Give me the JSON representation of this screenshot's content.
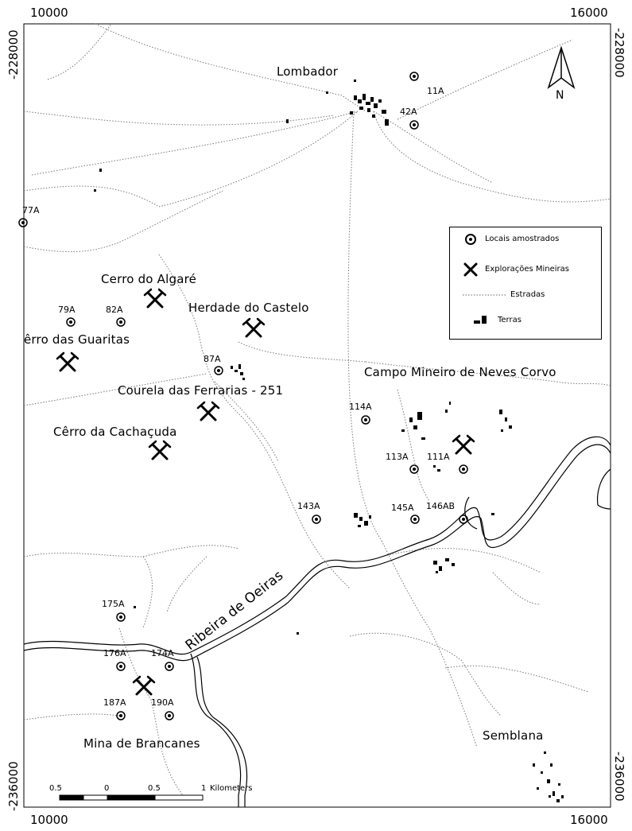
{
  "coords": {
    "top_left": "10000",
    "top_right": "16000",
    "bottom_left": "10000",
    "bottom_right": "16000",
    "left_top": "-228000",
    "left_bottom": "-236000",
    "right_top": "-228000",
    "right_bottom": "-236000"
  },
  "north_label": "N",
  "places": {
    "lombador": "Lombador",
    "cerro_algare": "Cerro do Algaré",
    "herdade_castelo": "Herdade do Castelo",
    "cerro_guaritas": "êrro das Guaritas",
    "courela": "Courela das Ferrarias - 251",
    "cachacuda": "Cêrro da Cachaçuda",
    "neves_corvo": "Campo Mineiro de Neves Corvo",
    "semblana": "Semblana",
    "brancanes": "Mina de Brancanes",
    "ribeira": "Ribeira de Oeiras"
  },
  "sites": {
    "s11a": "11A",
    "s42a": "42A",
    "s77a": "77A",
    "s79a": "79A",
    "s82a": "82A",
    "s87a": "87A",
    "s114a": "114A",
    "s113a": "113A",
    "s111a": "111A",
    "s143a": "143A",
    "s145a": "145A",
    "s146a": "146AB",
    "s175a": "175A",
    "s176a": "176A",
    "s174a": "174A",
    "s187a": "187A",
    "s190a": "190A"
  },
  "legend": {
    "sites": "Locais amostrados",
    "mines": "Explorações Mineiras",
    "roads": "Estradas",
    "land": "Terras"
  },
  "scale": {
    "t0": "0.5",
    "t1": "0",
    "t2": "0.5",
    "t3": "1",
    "unit": "Kilometers"
  }
}
